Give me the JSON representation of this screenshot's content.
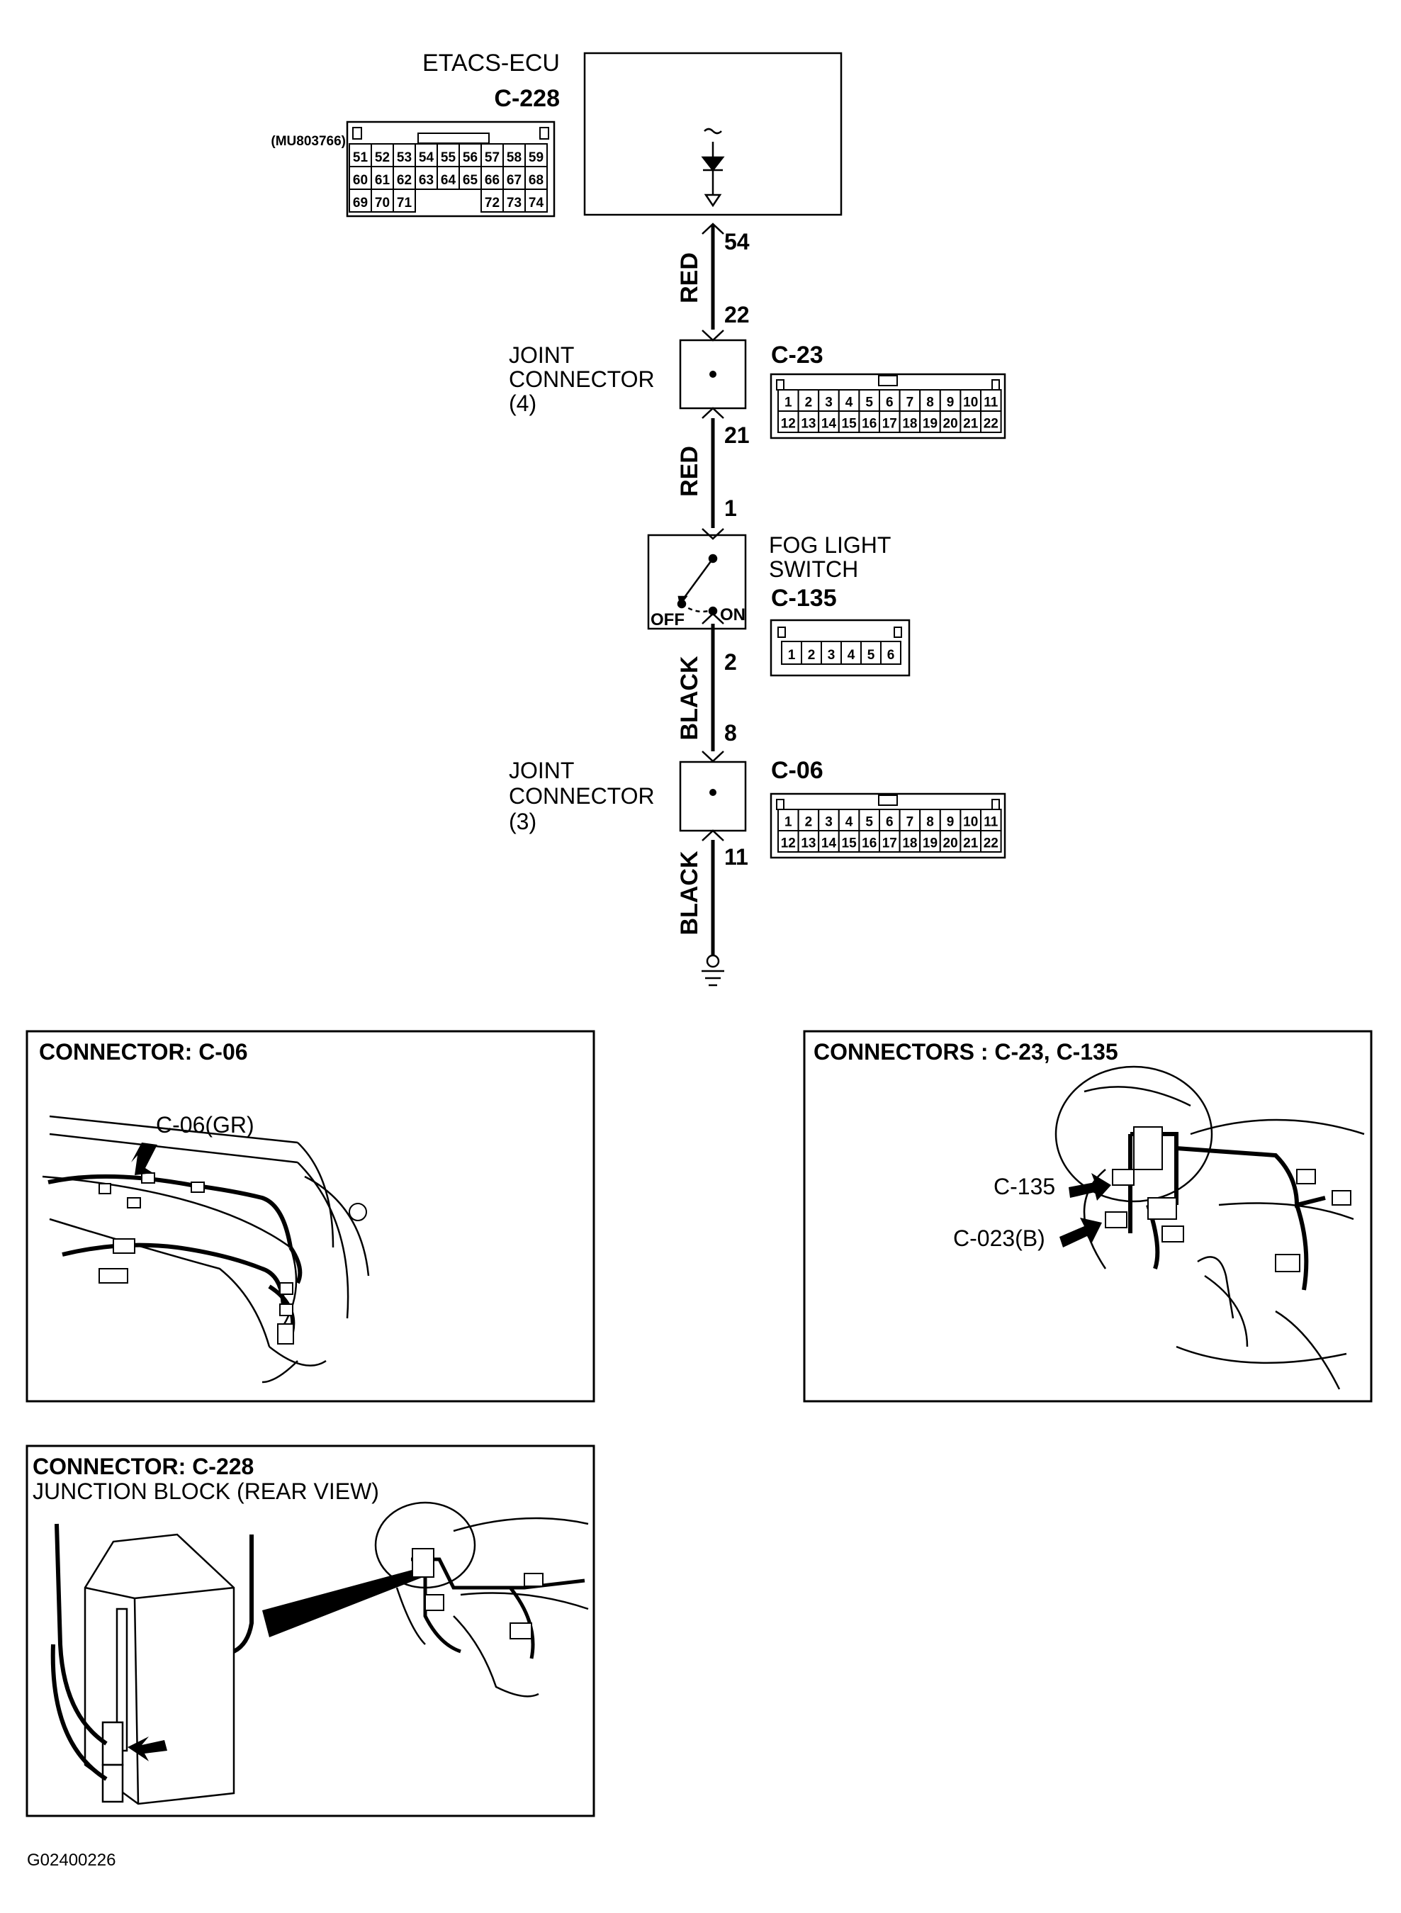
{
  "etacs": {
    "name": "ETACS-ECU",
    "connector": "C-228",
    "part_no": "(MU803766)",
    "pins": [
      [
        "51",
        "52",
        "53",
        "54",
        "55",
        "56",
        "57",
        "58",
        "59"
      ],
      [
        "60",
        "61",
        "62",
        "63",
        "64",
        "65",
        "66",
        "67",
        "68"
      ],
      [
        "69",
        "70",
        "71",
        "",
        "",
        "",
        "72",
        "73",
        "74"
      ]
    ]
  },
  "wires": [
    {
      "color": "RED",
      "pin_top": "54",
      "pin_bottom": "22"
    },
    {
      "color": "RED",
      "pin_top": "21",
      "pin_bottom": "1"
    },
    {
      "color": "BLACK",
      "pin_top": "2",
      "pin_bottom": "8"
    },
    {
      "color": "BLACK",
      "pin_top": "11"
    }
  ],
  "joint4": {
    "label": [
      "JOINT",
      "CONNECTOR",
      "(4)"
    ],
    "connector": "C-23",
    "pins": [
      [
        "1",
        "2",
        "3",
        "4",
        "5",
        "6",
        "7",
        "8",
        "9",
        "10",
        "11"
      ],
      [
        "12",
        "13",
        "14",
        "15",
        "16",
        "17",
        "18",
        "19",
        "20",
        "21",
        "22"
      ]
    ]
  },
  "fog_switch": {
    "label": [
      "FOG LIGHT",
      "SWITCH"
    ],
    "connector": "C-135",
    "off": "OFF",
    "on": "ON",
    "pins": [
      "1",
      "2",
      "3",
      "4",
      "5",
      "6"
    ]
  },
  "joint3": {
    "label": [
      "JOINT",
      "CONNECTOR",
      "(3)"
    ],
    "connector": "C-06",
    "pins": [
      [
        "1",
        "2",
        "3",
        "4",
        "5",
        "6",
        "7",
        "8",
        "9",
        "10",
        "11"
      ],
      [
        "12",
        "13",
        "14",
        "15",
        "16",
        "17",
        "18",
        "19",
        "20",
        "21",
        "22"
      ]
    ]
  },
  "panels": {
    "c06": {
      "title": "CONNECTOR: C-06",
      "callout": "C-06(GR)"
    },
    "c23_c135": {
      "title": "CONNECTORS : C-23, C-135",
      "callout1": "C-135",
      "callout2": "C-023(B)"
    },
    "c228": {
      "title": "CONNECTOR: C-228",
      "subtitle": "JUNCTION BLOCK (REAR VIEW)"
    }
  },
  "figure_id": "G02400226"
}
